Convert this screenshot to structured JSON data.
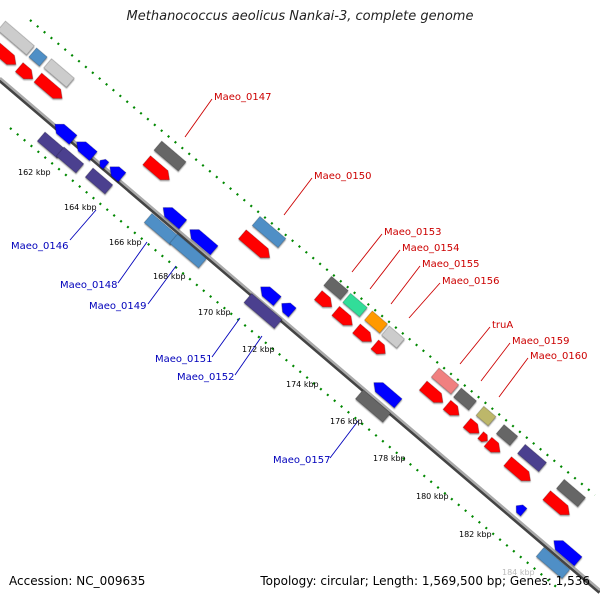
{
  "title": "Methanococcus aeolicus Nankai-3, complete genome",
  "accession": "Accession: NC_009635",
  "genome_info": "Topology: circular; Length: 1,569,500 bp; Genes: 1,536",
  "colors": {
    "forward_cds": "#ff0000",
    "reverse_cds": "#0000ff",
    "gray_feature": "#666666",
    "light_gray_feature": "#cccccc",
    "steel_blue_feature": "#4f8fc6",
    "slate_feature": "#4b3f8f",
    "pink_feature": "#f08080",
    "green_feature": "#33dd99",
    "orange_feature": "#ff9900",
    "olive_feature": "#bdb76b",
    "backbone": "#888888",
    "tick": "#008800",
    "label_forward": "#cc0000",
    "label_reverse": "#0000bb"
  },
  "scale_labels": [
    "162 kbp",
    "164 kbp",
    "166 kbp",
    "168 kbp",
    "170 kbp",
    "172 kbp",
    "174 kbp",
    "176 kbp",
    "178 kbp",
    "180 kbp",
    "182 kbp",
    "184 kbp"
  ],
  "forward_labels": [
    "Maeo_0147",
    "Maeo_0150",
    "Maeo_0153",
    "Maeo_0154",
    "Maeo_0155",
    "Maeo_0156",
    "truA",
    "Maeo_0159",
    "Maeo_0160"
  ],
  "reverse_labels": [
    "Maeo_0146",
    "Maeo_0148",
    "Maeo_0149",
    "Maeo_0151",
    "Maeo_0152",
    "Maeo_0157"
  ]
}
